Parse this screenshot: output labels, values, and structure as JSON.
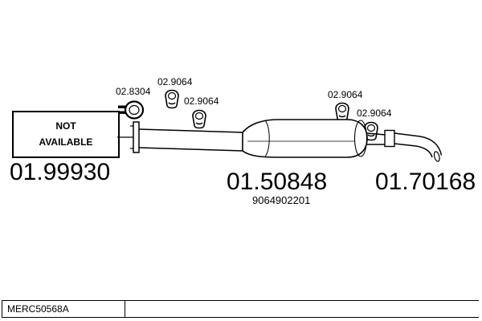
{
  "colors": {
    "ink": "#000000",
    "background": "#ffffff"
  },
  "diagram": {
    "not_available_label": "NOT\nAVAILABLE",
    "left_assembly": {
      "part_number": "01.99930"
    },
    "clamp": {
      "label": "02.8304"
    },
    "hangers": [
      {
        "label": "02.9064"
      },
      {
        "label": "02.9064"
      },
      {
        "label": "02.9064"
      },
      {
        "label": "02.9064"
      }
    ],
    "muffler": {
      "part_number": "01.50848",
      "oem_number": "9064902201"
    },
    "tailpipe": {
      "part_number": "01.70168"
    },
    "footer": {
      "code": "MERC50568A"
    }
  }
}
